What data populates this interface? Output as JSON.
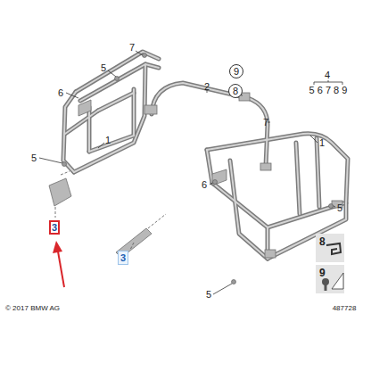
{
  "diagram": {
    "nodes": [
      {
        "text": [
          "9"
        ]
      },
      {
        "text": [
          "8"
        ]
      },
      {
        "text": [
          "3"
        ]
      },
      {
        "text": [
          "3"
        ]
      },
      {
        "text": [
          "8"
        ]
      },
      {
        "text": [
          "9"
        ]
      }
    ],
    "edges": [],
    "labels": [
      "7",
      "5",
      "4",
      "6",
      "2",
      "5 6 7 8 9",
      "7",
      "1",
      "1",
      "5",
      "6",
      "5",
      "5",
      "© 2017 BMW AG",
      "487728"
    ]
  }
}
